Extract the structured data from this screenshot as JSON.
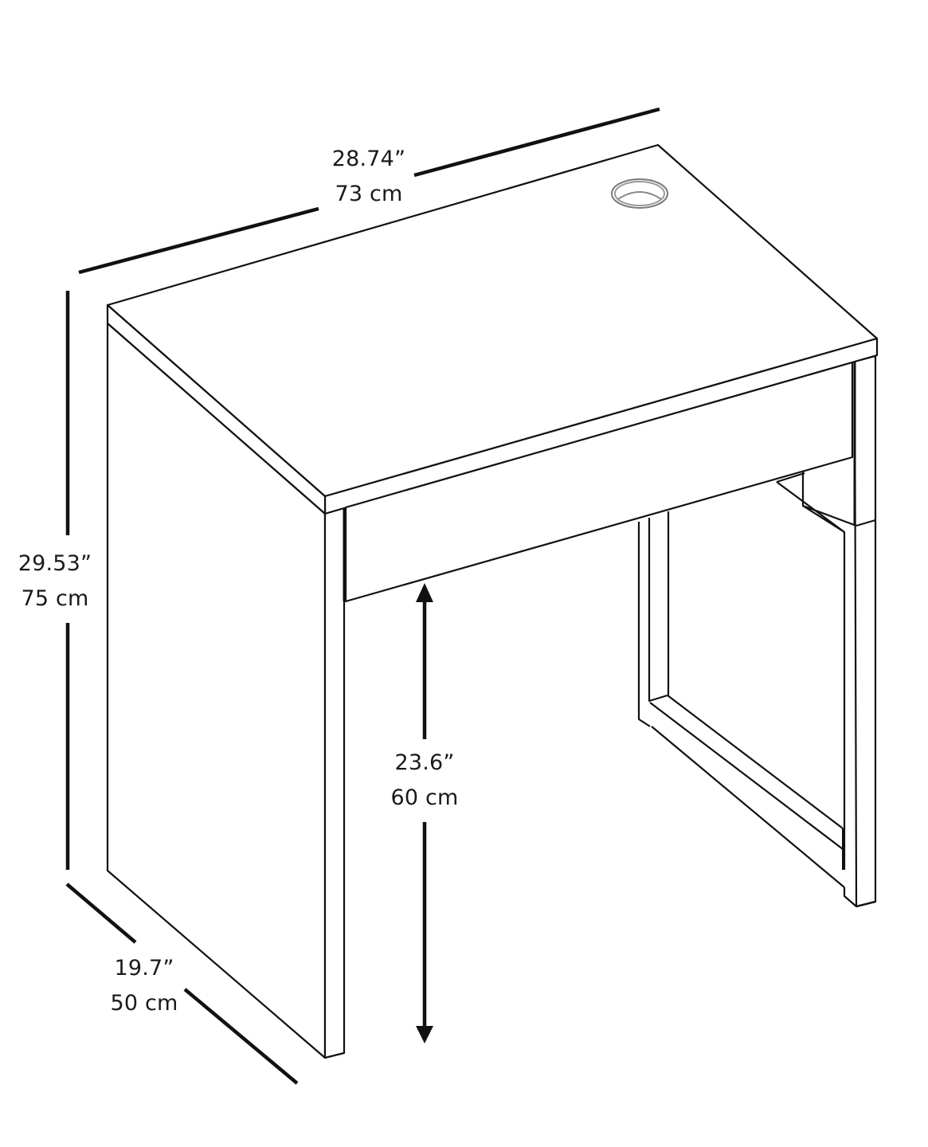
{
  "diagram": {
    "subject": "desk",
    "line_color": "#111111",
    "background": "#ffffff"
  },
  "dimensions": {
    "width": {
      "imperial": "28.74”",
      "metric": "73 cm"
    },
    "height": {
      "imperial": "29.53”",
      "metric": "75 cm"
    },
    "depth": {
      "imperial": "19.7”",
      "metric": "50 cm"
    },
    "clearance": {
      "imperial": "23.6”",
      "metric": "60 cm"
    }
  },
  "features": {
    "cable_grommet": "cable-grommet",
    "drawer": "drawer",
    "left_panel_leg": "panel-leg",
    "right_frame_leg": "metal-frame-leg"
  }
}
